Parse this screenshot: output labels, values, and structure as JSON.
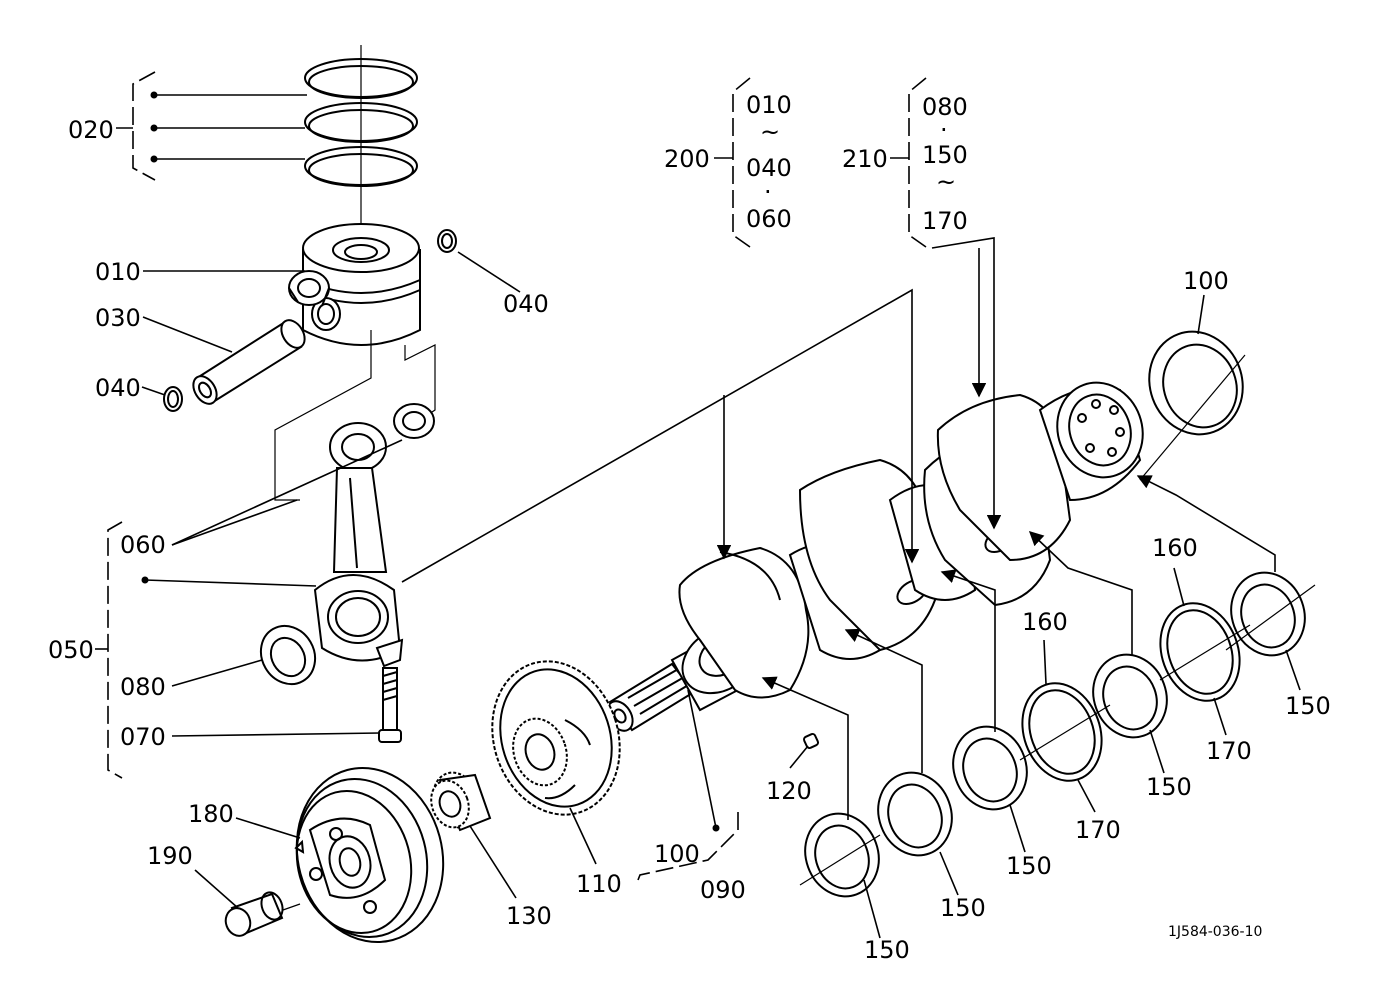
{
  "labels": {
    "l020": "020",
    "l010": "010",
    "l030": "030",
    "l040a": "040",
    "l040b": "040",
    "l060": "060",
    "l050": "050",
    "l080": "080",
    "l070": "070",
    "l180": "180",
    "l190": "190",
    "l130": "130",
    "l110": "110",
    "l100a": "100",
    "l090": "090",
    "l120": "120",
    "l100b": "100",
    "l150a": "150",
    "l150b": "150",
    "l150c": "150",
    "l150d": "150",
    "l150e": "150",
    "l160a": "160",
    "l160b": "160",
    "l170a": "170",
    "l170b": "170"
  },
  "groups": {
    "g200": {
      "label": "200",
      "items": [
        "010",
        "~",
        "040",
        "·",
        "060"
      ]
    },
    "g210": {
      "label": "210",
      "items": [
        "080",
        "·",
        "150",
        "~",
        "170"
      ]
    }
  },
  "reference": "1J584-036-10"
}
